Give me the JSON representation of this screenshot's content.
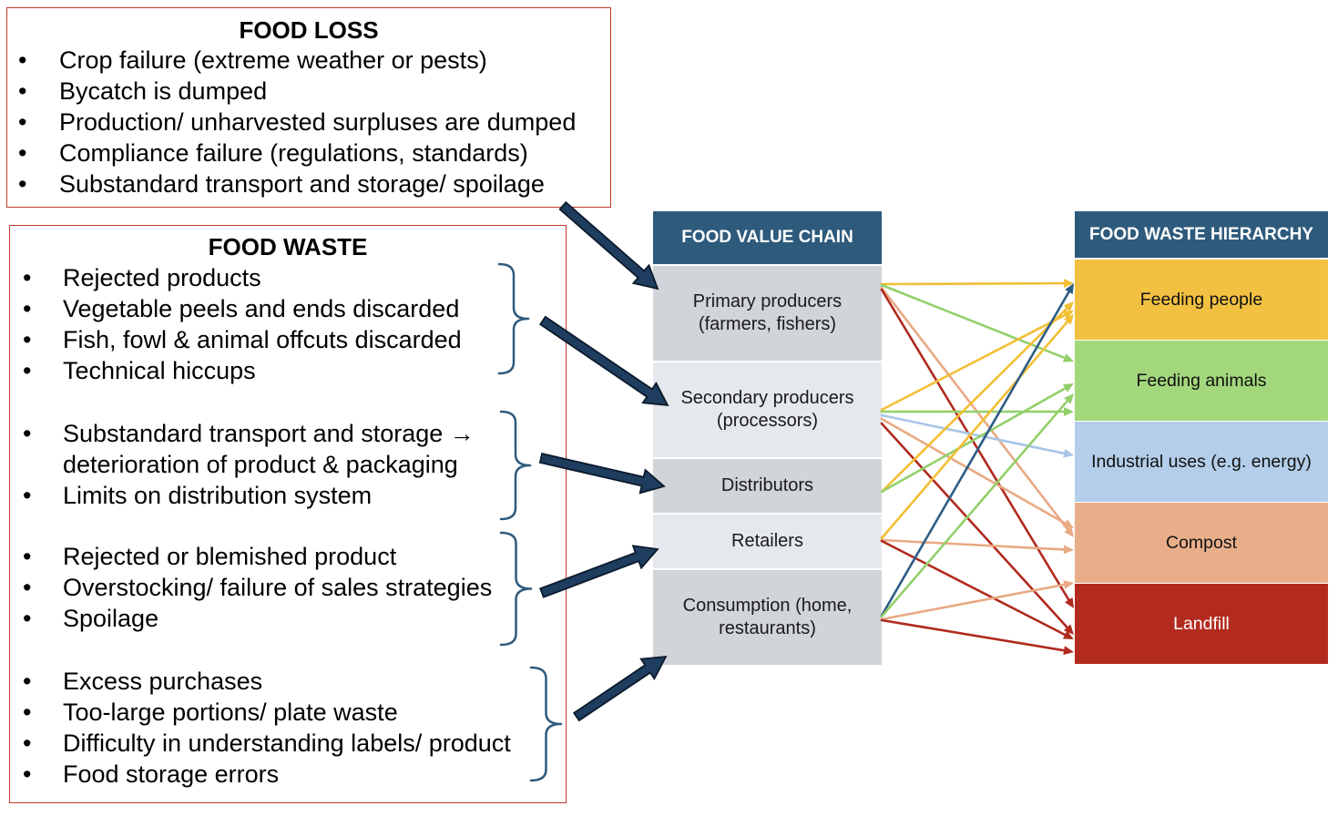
{
  "food_loss": {
    "title": "FOOD LOSS",
    "items": [
      "Crop failure (extreme weather or pests)",
      "Bycatch is dumped",
      "Production/ unharvested surpluses are dumped",
      "Compliance failure (regulations, standards)",
      "Substandard transport and storage/ spoilage"
    ]
  },
  "food_waste": {
    "title": "FOOD WASTE",
    "groups": [
      {
        "items": [
          "Rejected products",
          "Vegetable peels and ends discarded",
          "Fish, fowl & animal offcuts discarded",
          "Technical hiccups"
        ]
      },
      {
        "items": [
          "Substandard transport and storage →\ndeterioration of product & packaging",
          "Limits on distribution system"
        ]
      },
      {
        "items": [
          "Rejected or blemished product",
          "Overstocking/ failure of sales strategies",
          "Spoilage"
        ]
      },
      {
        "items": [
          "Excess purchases",
          "Too-large portions/ plate waste",
          "Difficulty in understanding labels/ product",
          "Food storage errors"
        ]
      }
    ]
  },
  "value_chain": {
    "title": "FOOD VALUE CHAIN",
    "stages": [
      "Primary producers\n(farmers, fishers)",
      "Secondary producers\n(processors)",
      "Distributors",
      "Retailers",
      "Consumption (home,\nrestaurants)"
    ]
  },
  "waste_hierarchy": {
    "title": "FOOD WASTE HIERARCHY",
    "levels": [
      {
        "label": "Feeding people",
        "color": "#f2c142",
        "text_color": "#111111"
      },
      {
        "label": "Feeding animals",
        "color": "#a3d77c",
        "text_color": "#111111"
      },
      {
        "label": "Industrial uses (e.g. energy)",
        "color": "#b4cee9",
        "text_color": "#111111"
      },
      {
        "label": "Compost",
        "color": "#e8ae8a",
        "text_color": "#111111"
      },
      {
        "label": "Landfill",
        "color": "#b32b1f",
        "text_color": "#ffffff"
      }
    ]
  },
  "colors": {
    "header": "#2e5a7c",
    "box_border": "#c0392b",
    "stage_dark": "#d1d4d8",
    "stage_light": "#e5e8ec",
    "bracket": "#2e5a7c",
    "big_arrow": "#1f3d5f",
    "big_arrow_outline": "#0b1a2b",
    "arrow_yellow": "#f2bf35",
    "arrow_green": "#92d06a",
    "arrow_blue": "#a8c6e8",
    "arrow_salmon": "#e8a984",
    "arrow_red": "#b02a1d",
    "arrow_navy": "#2d5d86"
  }
}
